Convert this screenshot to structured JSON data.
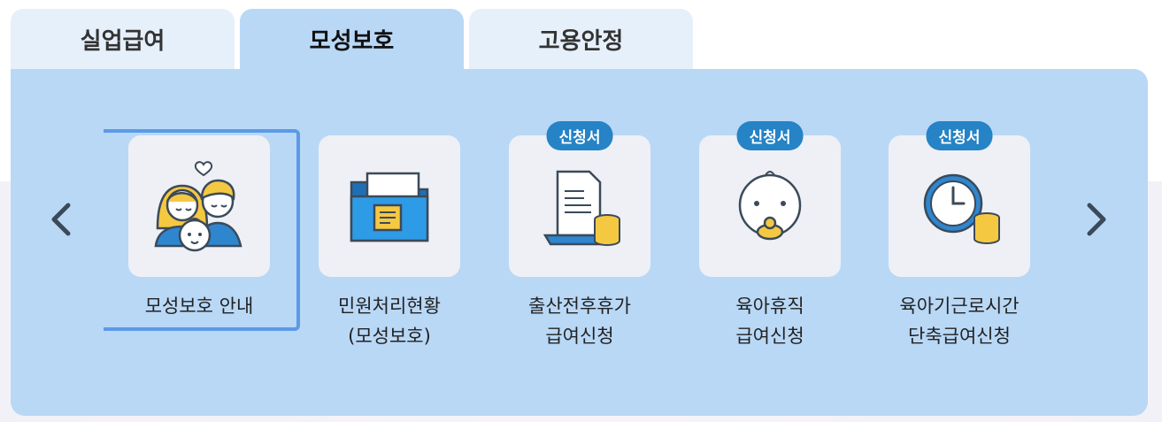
{
  "tabs": [
    {
      "label": "실업급여",
      "active": false
    },
    {
      "label": "모성보호",
      "active": true
    },
    {
      "label": "고용안정",
      "active": false
    }
  ],
  "items": [
    {
      "icon": "family-icon",
      "badge": "",
      "line1": "모성보호 안내",
      "line2": ""
    },
    {
      "icon": "folder-document-icon",
      "badge": "",
      "line1": "민원처리현황",
      "line2": "(모성보호)"
    },
    {
      "icon": "document-coins-icon",
      "badge": "신청서",
      "line1": "출산전후휴가",
      "line2": "급여신청"
    },
    {
      "icon": "baby-pacifier-icon",
      "badge": "신청서",
      "line1": "육아휴직",
      "line2": "급여신청"
    },
    {
      "icon": "clock-coins-icon",
      "badge": "신청서",
      "line1": "육아기근로시간",
      "line2": "단축급여신청"
    }
  ],
  "colors": {
    "panel": "#b9d8f6",
    "tab_inactive": "#e6f0fb",
    "badge": "#2583c6",
    "focus": "#5b9ae6"
  }
}
